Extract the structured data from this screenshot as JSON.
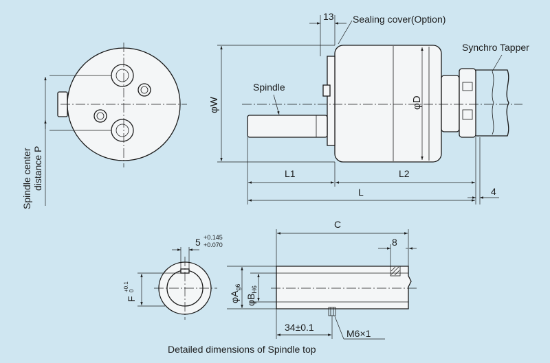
{
  "colors": {
    "background": "#cfe6f1",
    "line": "#1a1a1a",
    "part_fill": "#f4f6f7"
  },
  "labels": {
    "sealing_cover": "Sealing cover(Option)",
    "synchro_tapper": "Synchro Tapper",
    "spindle": "Spindle",
    "spindle_center_distance_line1": "Spindle center",
    "spindle_center_distance_line2": "distance P",
    "caption": "Detailed dimensions of Spindle top"
  },
  "dimensions": {
    "d13": "13",
    "phiW": "φW",
    "phiD": "φD",
    "L1": "L1",
    "L2": "L2",
    "L": "L",
    "d4": "4",
    "C": "C",
    "d8": "8",
    "key_width": "5",
    "key_tol_upper": "+0.145",
    "key_tol_lower": "+0.070",
    "F": "F",
    "F_tol_upper": "+0.1",
    "F_tol_lower": "0",
    "phiA": "φA",
    "phiA_fit": "g6",
    "phiB": "φB",
    "phiB_fit": "H6",
    "d34": "34±0.1",
    "thread": "M6×1"
  }
}
